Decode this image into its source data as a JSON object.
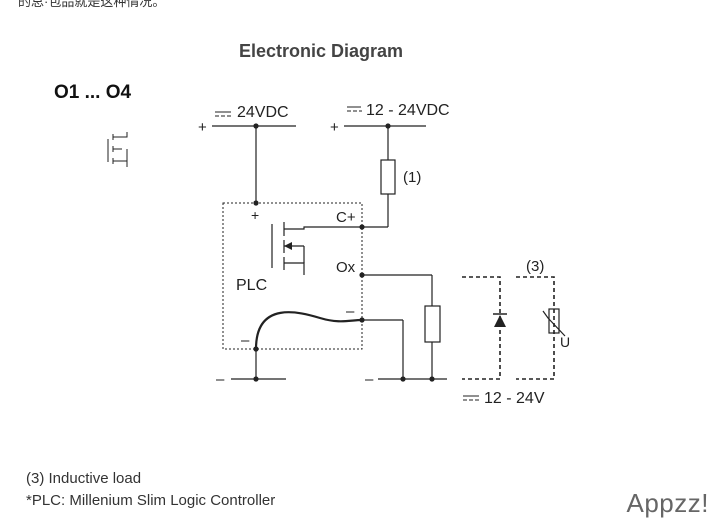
{
  "header_fragment": "的总·包品就是这种情况。",
  "title": "Electronic Diagram",
  "output_range": "O1 ... O4",
  "supply_left": "24VDC",
  "supply_right": "12 - 24VDC",
  "load_supply": "12 - 24V",
  "plus_sign": "+",
  "minus_sign": "–",
  "terminal_c_plus": "C+",
  "terminal_ox": "Ox",
  "plc_label": "PLC",
  "marker_1": "(1)",
  "marker_3": "(3)",
  "varistor_u": "U",
  "notes": [
    "(3) Inductive load",
    "*PLC: Millenium Slim Logic Controller"
  ],
  "watermark": "Appzz!",
  "colors": {
    "line": "#222222",
    "text": "#222222",
    "title": "#444444",
    "watermark": "#666666"
  }
}
